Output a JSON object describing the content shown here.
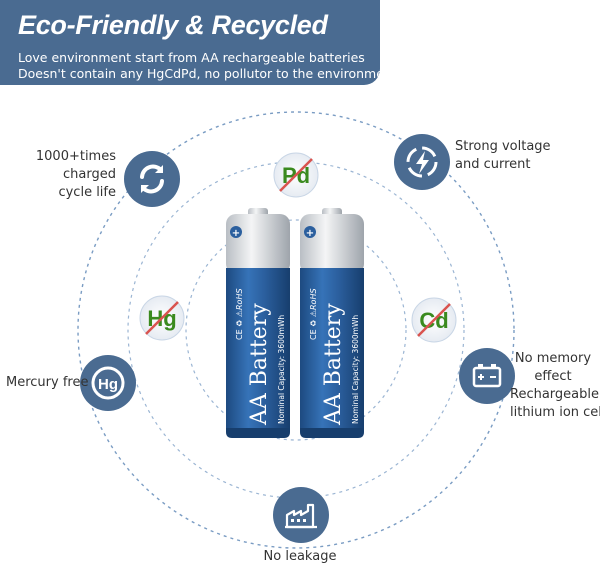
{
  "banner": {
    "title": "Eco-Friendly & Recycled",
    "line1": "Love environment start from AA rechargeable batteries",
    "line2": "Doesn't contain any HgCdPd, no pollutor to the environment"
  },
  "features": {
    "charge_cycles": {
      "line1": "1000+times",
      "line2": "charged",
      "line3": "cycle life",
      "icon": "refresh-icon"
    },
    "strong_voltage": {
      "line1": "Strong voltage",
      "line2": "and current",
      "icon": "lightning-icon"
    },
    "mercury_free": {
      "line1": "Mercury free",
      "icon": "hg-icon"
    },
    "no_memory": {
      "line1": "No memory",
      "line2": "effect",
      "line3": "Rechargeable",
      "line4": "lithium ion cell",
      "icon": "battery-icon"
    },
    "no_leakage": {
      "line1": "No leakage",
      "icon": "factory-icon"
    }
  },
  "banned_elements": [
    "Pd",
    "Hg",
    "Cd"
  ],
  "battery": {
    "brand": "AA Battery",
    "capacity": "Nominal Capacity: 3600mWh",
    "marks": "RoHS"
  },
  "colors": {
    "accent": "#4a6b91",
    "battery_blue": "#2b5f9e",
    "element_green": "#3a8a1e",
    "strike_red": "#d9534f"
  }
}
